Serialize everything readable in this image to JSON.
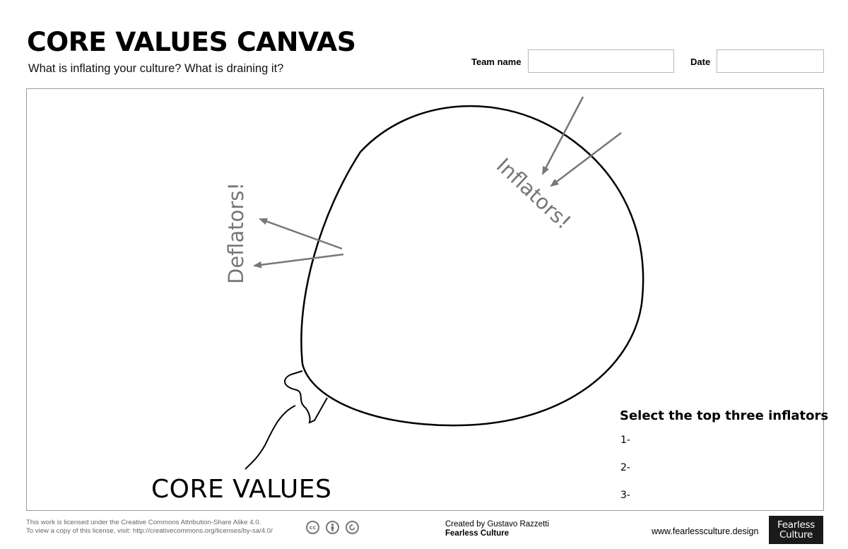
{
  "header": {
    "title": "CORE VALUES CANVAS",
    "subtitle": "What is inflating your culture? What is draining it?",
    "team_name_label": "Team name",
    "date_label": "Date"
  },
  "canvas": {
    "inflators_label": "Inflators!",
    "deflators_label": "Deflators!",
    "core_values_label": "CORE VALUES",
    "select_title": "Select the top three inflators",
    "list_items": [
      "1-",
      "2-",
      "3-"
    ]
  },
  "footer": {
    "license_line1": "This work is licensed under the Creative Commons Attribution-Share Alike 4.0.",
    "license_line2": "To view a copy of this license, visit: http://creativecommons.org/licenses/by-sa/4.0/",
    "cc_icons": [
      "cc-icon",
      "attribution-icon",
      "share-alike-icon"
    ],
    "cc_text": "cc",
    "created_by": "Created by Gustavo Razzetti",
    "org": "Fearless Culture",
    "website": "www.fearlessculture.design",
    "logo_line1": "Fearless",
    "logo_line2": "Culture"
  },
  "colors": {
    "arrow_gray": "#777777",
    "logo_bg": "#1a1a1a"
  }
}
